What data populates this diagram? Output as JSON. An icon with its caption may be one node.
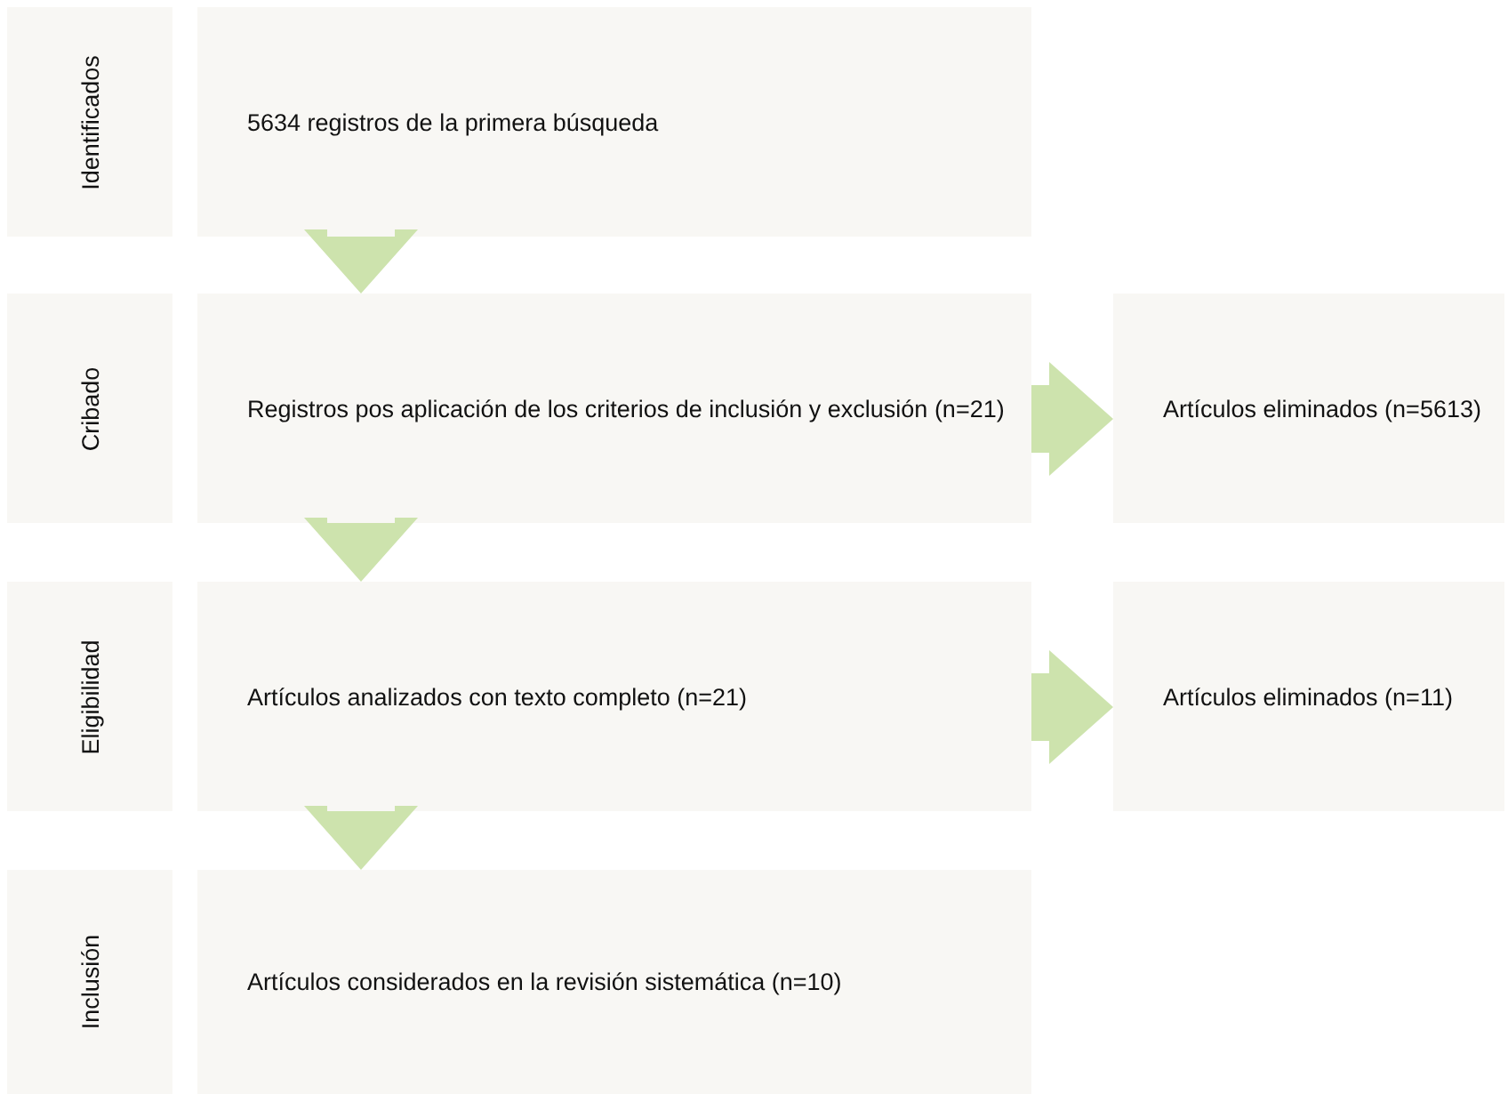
{
  "diagram": {
    "nodes": [
      {
        "text": [
          "Identificados"
        ]
      },
      {
        "text": [
          "5634 registros de la primera búsqueda"
        ]
      },
      {
        "text": [
          "Cribado"
        ]
      },
      {
        "text": [
          "Registros pos aplicación de los criterios de inclusión y exclusión (n=21)"
        ]
      },
      {
        "text": [
          "Artículos eliminados (n=5613)"
        ]
      },
      {
        "text": [
          "Eligibilidad"
        ]
      },
      {
        "text": [
          "Artículos analizados con texto completo (n=21)"
        ]
      },
      {
        "text": [
          "Artículos eliminados (n=11)"
        ]
      },
      {
        "text": [
          "Inclusión"
        ]
      },
      {
        "text": [
          "Artículos considerados en la revisión sistemática (n=10)"
        ]
      }
    ],
    "edges": [
      {
        "from": 1,
        "to": 3,
        "arrow": "to"
      },
      {
        "from": 3,
        "to": 4,
        "arrow": "to"
      },
      {
        "from": 3,
        "to": 6,
        "arrow": "to"
      },
      {
        "from": 6,
        "to": 7,
        "arrow": "to"
      },
      {
        "from": 6,
        "to": 9,
        "arrow": "to"
      }
    ]
  }
}
